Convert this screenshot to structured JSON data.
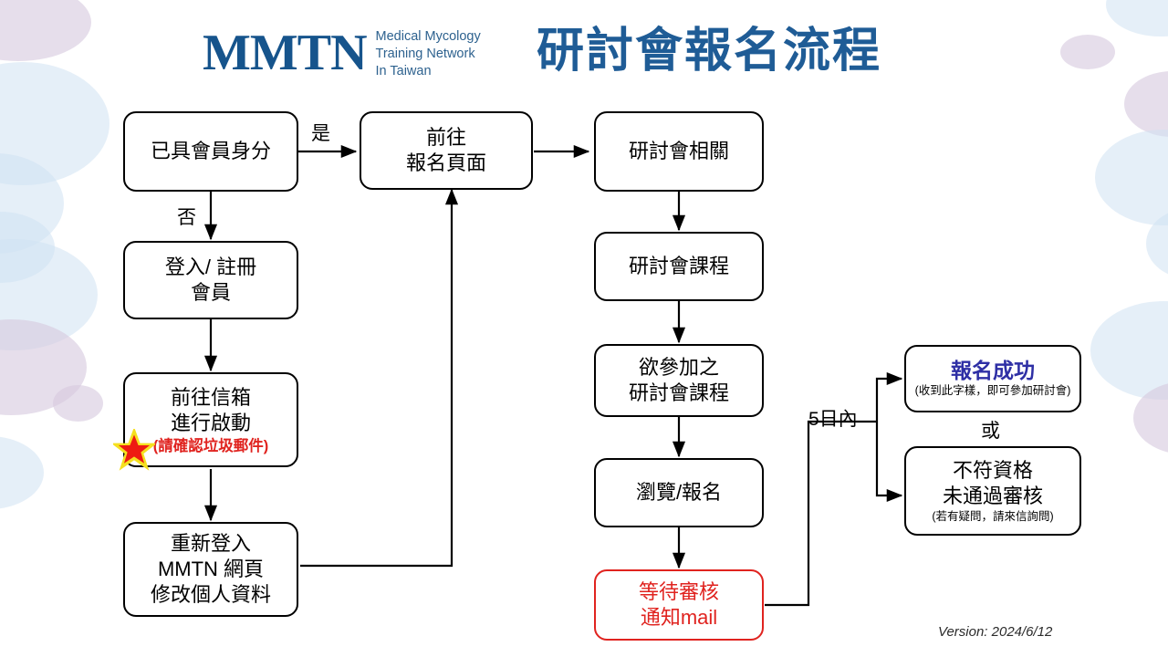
{
  "header": {
    "logo_mark": "MMTN",
    "logo_subtitle_lines": [
      "Medical Mycology",
      "Training Network",
      "In Taiwan"
    ],
    "title": "研討會報名流程",
    "title_color": "#1f5c96",
    "logo_color": "#16548c"
  },
  "footer": {
    "version": "Version: 2024/6/12"
  },
  "colors": {
    "box_border": "#000000",
    "alert_red": "#e0231f",
    "success_blue": "#2e2fa5",
    "blob_blue": "#cfe1f2",
    "blob_purple": "#d6c9de"
  },
  "nodes": {
    "member_check": {
      "lines": [
        "已具會員身分"
      ]
    },
    "login_register": {
      "lines": [
        "登入/ 註冊",
        "會員"
      ]
    },
    "activate_mail": {
      "lines": [
        "前往信箱",
        "進行啟動"
      ],
      "note": "(請確認垃圾郵件)"
    },
    "relogin_profile": {
      "lines": [
        "重新登入",
        "MMTN 網頁",
        "修改個人資料"
      ]
    },
    "goto_signup_page": {
      "lines": [
        "前往",
        "報名頁面"
      ]
    },
    "seminar_related": {
      "lines": [
        "研討會相關"
      ]
    },
    "seminar_course": {
      "lines": [
        "研討會課程"
      ]
    },
    "desired_course": {
      "lines": [
        "欲參加之",
        "研討會課程"
      ]
    },
    "browse_signup": {
      "lines": [
        "瀏覽/報名"
      ]
    },
    "waiting_review": {
      "lines": [
        "等待審核",
        "通知mail"
      ]
    },
    "signup_success": {
      "title": "報名成功",
      "note": "(收到此字樣，即可參加研討會)"
    },
    "not_qualified": {
      "lines": [
        "不符資格",
        "未通過審核"
      ],
      "note": "(若有疑問，請來信詢問)"
    }
  },
  "edge_labels": {
    "yes": "是",
    "no": "否",
    "within_5_days": "5日內",
    "or": "或"
  },
  "icons": {
    "star": "red-star-icon"
  }
}
